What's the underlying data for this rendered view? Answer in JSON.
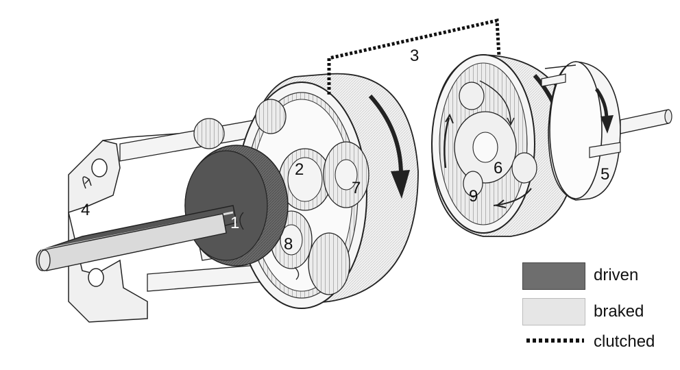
{
  "diagram": {
    "callouts": {
      "c1": "1",
      "c2": "2",
      "c3": "3",
      "c4": "4",
      "c5": "5",
      "c6": "6",
      "c7": "7",
      "c8": "8",
      "c9": "9"
    }
  },
  "legend": {
    "items": [
      {
        "label": "driven",
        "color": "#6e6e6e"
      },
      {
        "label": "braked",
        "color": "#e6e6e6"
      },
      {
        "label": "clutched",
        "color": "#111111"
      }
    ]
  }
}
